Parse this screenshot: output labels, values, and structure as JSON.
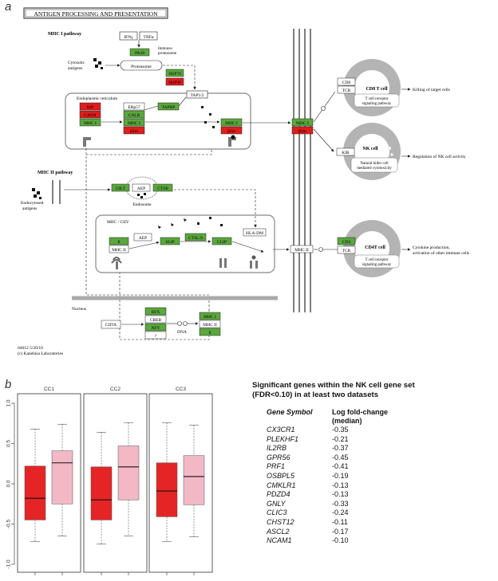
{
  "panel_labels": {
    "a": "a",
    "b": "b"
  },
  "pathway": {
    "title": "ANTIGEN PROCESSING AND PRESENTATION",
    "mhc1_label": "MHC I pathway",
    "mhc2_label": "MHC II pathway",
    "cytosolic": [
      "Cytosolic",
      "antigens"
    ],
    "endocytosed": [
      "Endocytosed",
      "antigens"
    ],
    "immuno": [
      "Immuno-",
      "proteasome"
    ],
    "er_label": "Endoplasmic reticulum",
    "endosome": "Endosome",
    "miic": "MIIC / CIIV",
    "nucleus": "Nucleus",
    "dna": "DNA",
    "footer": [
      "04612 5/20/10",
      "(c) Kanehisa Laboratories"
    ],
    "nodes": {
      "ifng": "IFNγ",
      "tnfa": "TNFα",
      "pa28": "PA28",
      "proteasome": "Proteasome",
      "hsp70": "HSP70",
      "hsp90": "HSP90",
      "tap": "TAP1/2",
      "bip": "BiP",
      "canx": "CANX",
      "mhc1_er": "MHC I",
      "erp57": "ERp57",
      "calr": "CALR",
      "mhc1_mid": "MHC I",
      "b2m_mid": "β2m",
      "tapbp": "TAPBP",
      "mhc1_load": "MHC I",
      "b2m_load": "β2m",
      "mhc1_surf": "MHC I",
      "b2m_surf": "β2m",
      "gilt": "GILT",
      "aep": "AEP",
      "ctsb": "CTSB",
      "ii_a": "Ii",
      "mhc2_a": "MHC II",
      "aep2": "AEP",
      "slip": "SLIP",
      "ctsl": "CTSL/S",
      "clip": "CLIP",
      "hladm": "HLA-DM",
      "mhc2_surf": "MHC II",
      "ciita": "CIITA",
      "rfx": "RFX",
      "creb": "CREB",
      "nfy": "NFY",
      "q": "?",
      "mhc1_n": "MHC I",
      "mhc2_n": "MHC II",
      "ii_n": "Ii",
      "cd8": "CD8",
      "tcr1": "TCR",
      "kir": "KIR",
      "cd4": "CD4",
      "tcr2": "TCR"
    },
    "cells": {
      "cd8t": "CD8 T cell",
      "nk": "NK cell",
      "cd4t": "CD4T cell",
      "tcr_sig1": [
        "T cell receptor",
        "signaling pathway"
      ],
      "nk_cyto": [
        "Natural killer cell",
        "mediated cytotoxicity"
      ],
      "tcr_sig2": [
        "T cell receptor",
        "signaling pathway"
      ]
    },
    "outcomes": {
      "killing": "Killing of target cells",
      "nk_reg": "Regulation of NK cell activity",
      "cytokine": [
        "Cytokine production,",
        "activation of other immune cells"
      ]
    },
    "colors": {
      "green": "#5aa83c",
      "red": "#e01c1c"
    }
  },
  "chart_data": {
    "type": "boxplot",
    "panels": [
      "CC1",
      "CC2",
      "CC3"
    ],
    "ylim": [
      -1.0,
      1.0
    ],
    "yticks": [
      "-1.0",
      "-0.5",
      "0.0",
      "0.5",
      "1.0"
    ],
    "colors": {
      "red": "#e52525",
      "pink": "#f2b8c6"
    },
    "boxes": [
      {
        "panel": "CC1",
        "color": "red",
        "q1": -0.45,
        "median": -0.18,
        "q3": 0.22,
        "whisker_low": -0.72,
        "whisker_high": 0.68
      },
      {
        "panel": "CC1",
        "color": "pink",
        "q1": -0.25,
        "median": 0.26,
        "q3": 0.41,
        "whisker_low": -0.65,
        "whisker_high": 0.74
      },
      {
        "panel": "CC2",
        "color": "red",
        "q1": -0.45,
        "median": -0.2,
        "q3": 0.21,
        "whisker_low": -0.75,
        "whisker_high": 0.64
      },
      {
        "panel": "CC2",
        "color": "pink",
        "q1": -0.2,
        "median": 0.21,
        "q3": 0.47,
        "whisker_low": -0.65,
        "whisker_high": 0.76
      },
      {
        "panel": "CC3",
        "color": "red",
        "q1": -0.41,
        "median": -0.09,
        "q3": 0.26,
        "whisker_low": -0.72,
        "whisker_high": 0.76
      },
      {
        "panel": "CC3",
        "color": "pink",
        "q1": -0.26,
        "median": 0.09,
        "q3": 0.35,
        "whisker_low": -0.66,
        "whisker_high": 0.73
      }
    ]
  },
  "gene_table": {
    "title": [
      "Significant genes within the NK cell gene set",
      "(FDR<0.10) in at least two datasets"
    ],
    "headers": {
      "symbol": "Gene Symbol",
      "lfc1": "Log fold-change",
      "lfc2": "(median)"
    },
    "rows": [
      {
        "gene": "CX3CR1",
        "value": "-0.35"
      },
      {
        "gene": "PLEKHF1",
        "value": "-0.21"
      },
      {
        "gene": "IL2RB",
        "value": "-0.37"
      },
      {
        "gene": "GPR56",
        "value": "-0.45"
      },
      {
        "gene": "PRF1",
        "value": "-0.41"
      },
      {
        "gene": "OSBPL5",
        "value": "-0.19"
      },
      {
        "gene": "CMKLR1",
        "value": "-0.13"
      },
      {
        "gene": "PDZD4",
        "value": "-0.13"
      },
      {
        "gene": "GNLY",
        "value": "-0.33"
      },
      {
        "gene": "CLIC3",
        "value": "-0.24"
      },
      {
        "gene": "CHST12",
        "value": "-0.11"
      },
      {
        "gene": "ASCL2",
        "value": "-0.17"
      },
      {
        "gene": "NCAM1",
        "value": "-0.10"
      }
    ]
  }
}
